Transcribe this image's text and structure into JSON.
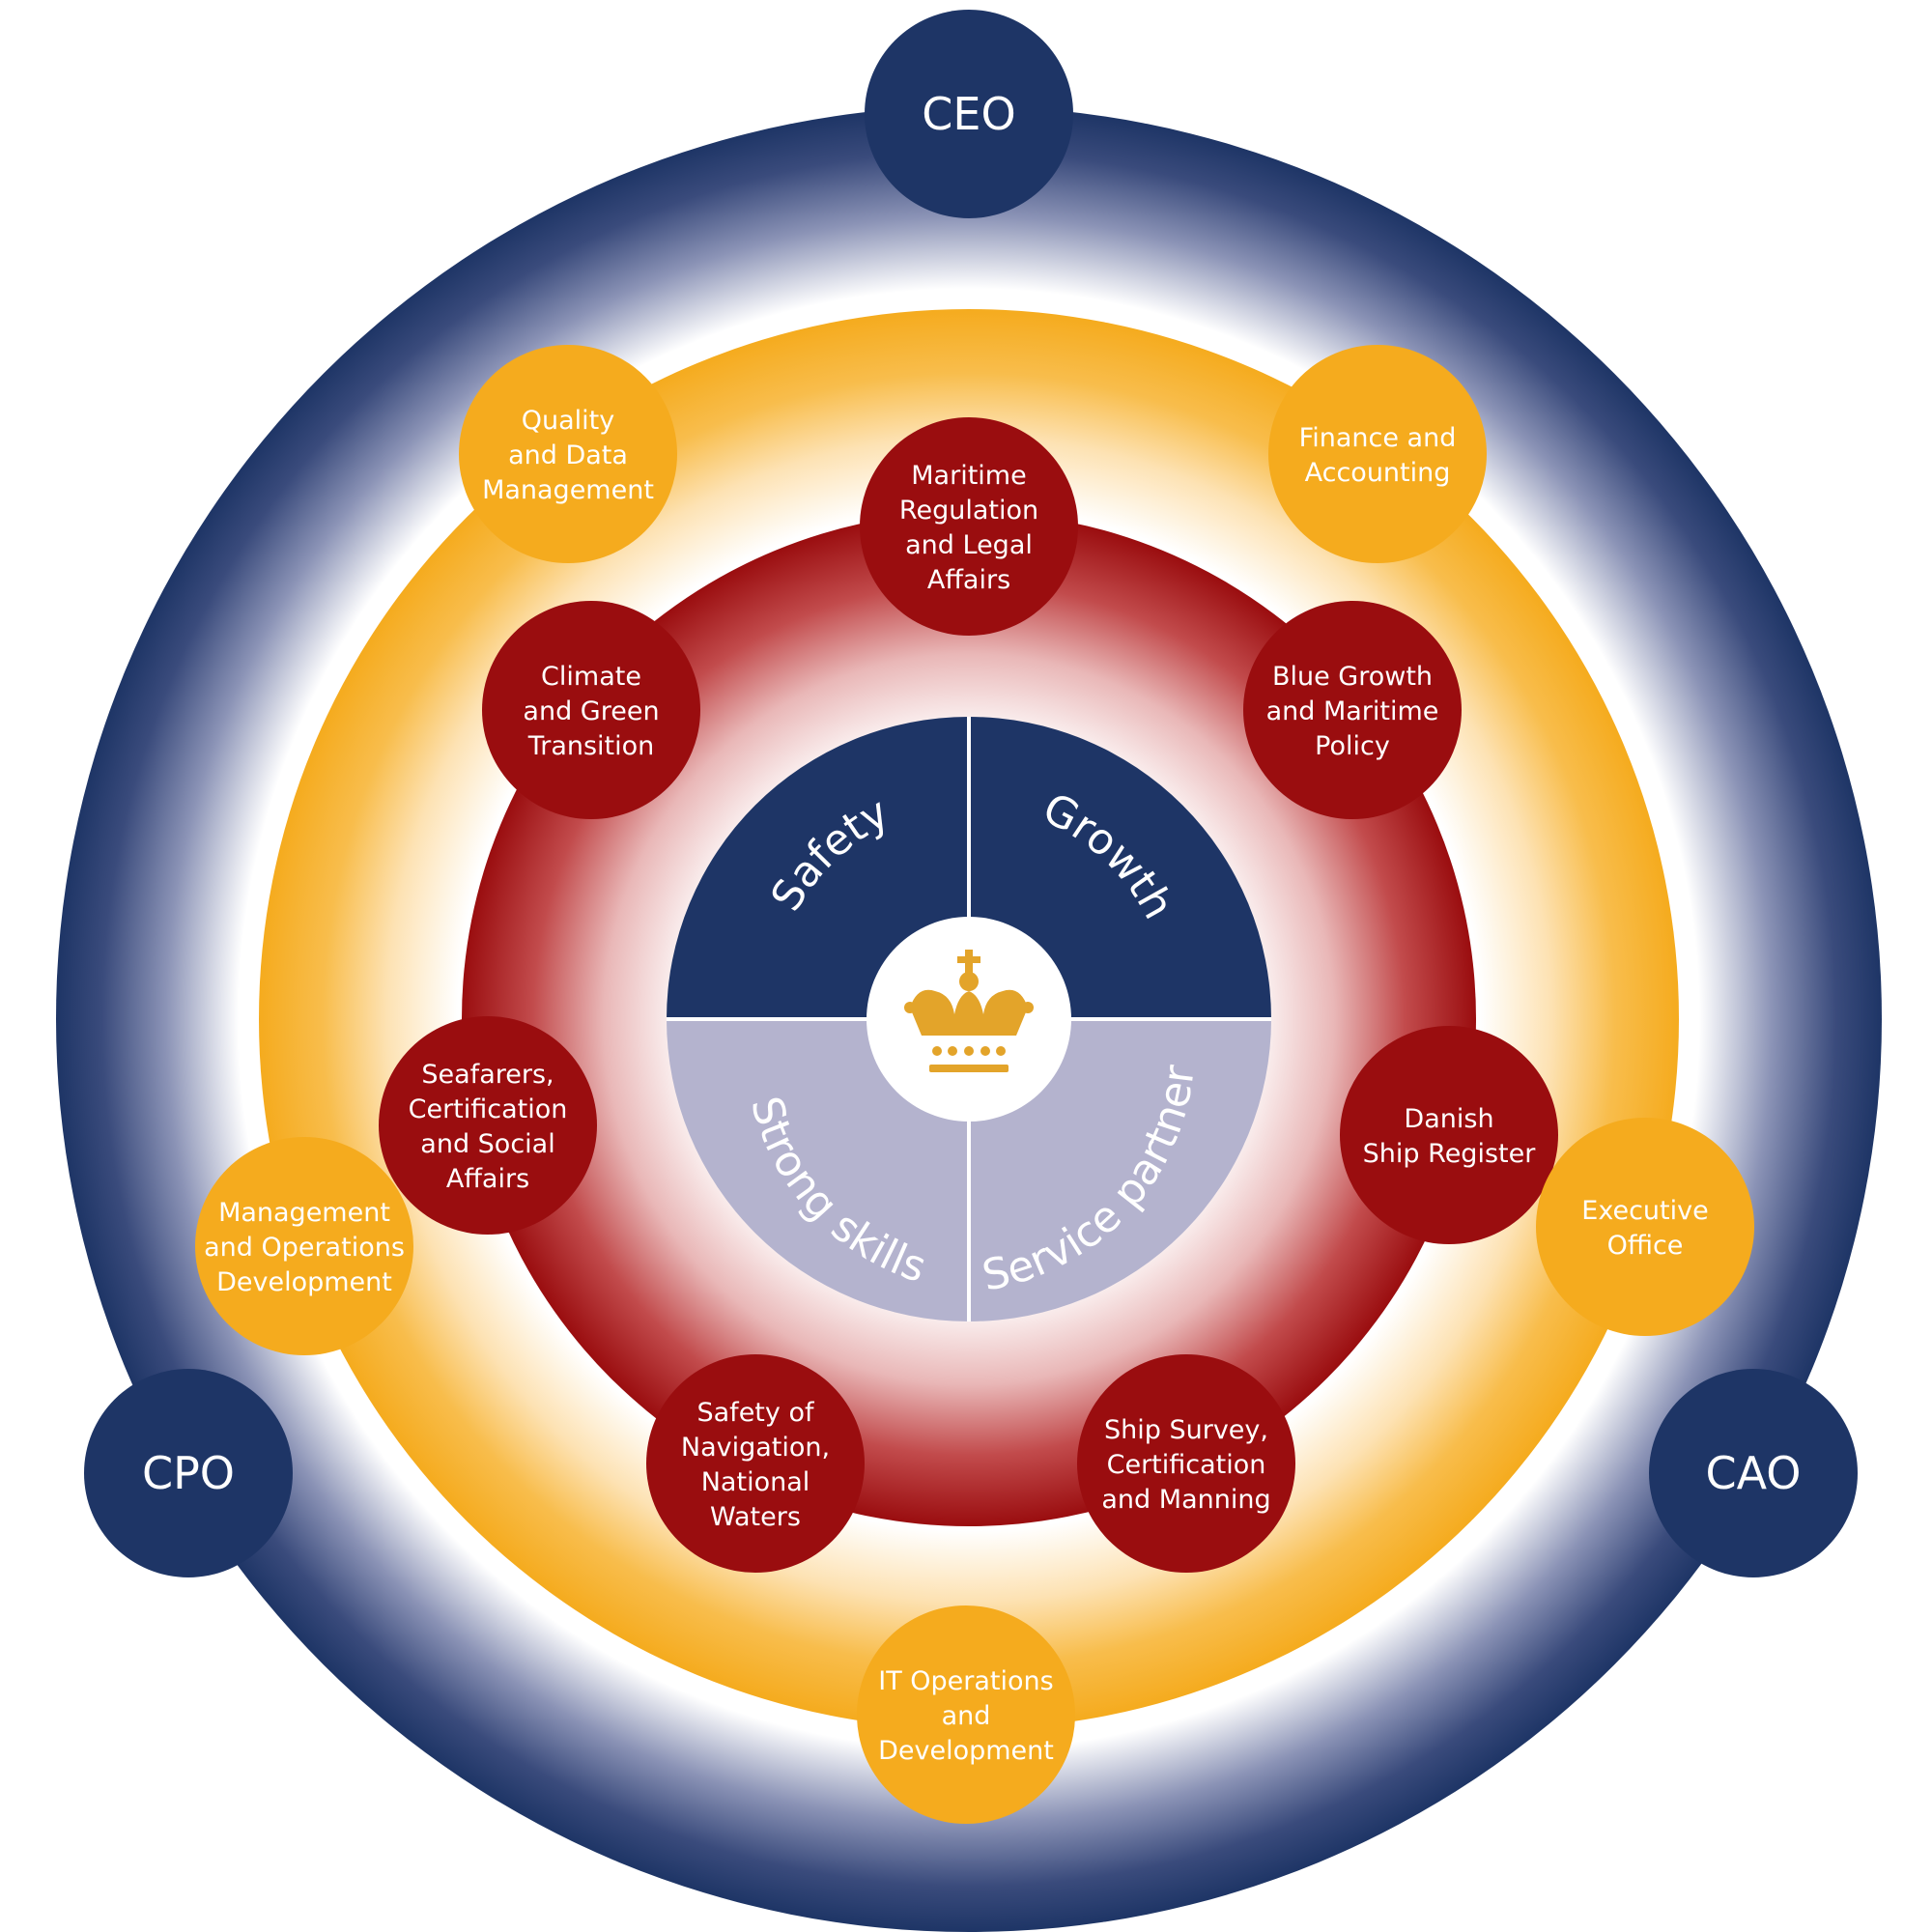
{
  "colors": {
    "navy": "#1e3566",
    "gold": "#f5ab1e",
    "red": "#9a0d0f",
    "lavender": "#b4b3ce",
    "white": "#ffffff"
  },
  "executives": [
    {
      "id": "ceo",
      "label": "CEO"
    },
    {
      "id": "cpo",
      "label": "CPO"
    },
    {
      "id": "cao",
      "label": "CAO"
    }
  ],
  "support_units": [
    {
      "id": "quality",
      "lines": [
        "Quality",
        "and Data",
        "Management"
      ]
    },
    {
      "id": "finance",
      "lines": [
        "Finance and",
        "Accounting"
      ]
    },
    {
      "id": "management-ops",
      "lines": [
        "Management",
        "and Operations",
        "Development"
      ]
    },
    {
      "id": "executive-office",
      "lines": [
        "Executive",
        "Office"
      ]
    },
    {
      "id": "it-ops",
      "lines": [
        "IT Operations",
        "and",
        "Development"
      ]
    }
  ],
  "core_units": [
    {
      "id": "maritime-regulation",
      "lines": [
        "Maritime",
        "Regulation",
        "and Legal",
        "Affairs"
      ]
    },
    {
      "id": "climate",
      "lines": [
        "Climate",
        "and Green",
        "Transition"
      ]
    },
    {
      "id": "blue-growth",
      "lines": [
        "Blue Growth",
        "and Maritime",
        "Policy"
      ]
    },
    {
      "id": "seafarers",
      "lines": [
        "Seafarers,",
        "Certification",
        "and Social",
        "Affairs"
      ]
    },
    {
      "id": "danish-ship-register",
      "lines": [
        "Danish",
        "Ship Register"
      ]
    },
    {
      "id": "safety-navigation",
      "lines": [
        "Safety of",
        "Navigation,",
        "National",
        "Waters"
      ]
    },
    {
      "id": "ship-survey",
      "lines": [
        "Ship Survey,",
        "Certification",
        "and Manning"
      ]
    }
  ],
  "values": [
    {
      "id": "safety",
      "label": "Safety"
    },
    {
      "id": "growth",
      "label": "Growth"
    },
    {
      "id": "strong-skills",
      "label": "Strong skills"
    },
    {
      "id": "service-partner",
      "label": "Service partner"
    }
  ]
}
